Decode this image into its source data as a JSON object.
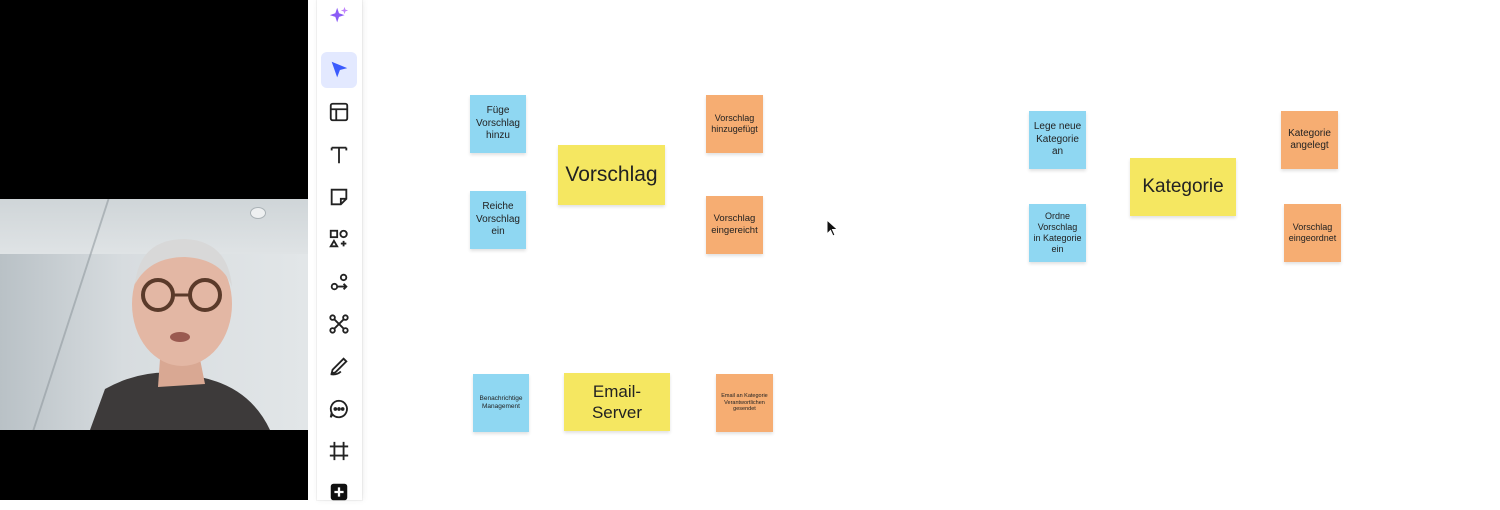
{
  "toolbar": {
    "tools": [
      {
        "name": "ai-assist-icon"
      },
      {
        "name": "select-icon",
        "active": true
      },
      {
        "name": "templates-icon"
      },
      {
        "name": "text-icon"
      },
      {
        "name": "sticky-note-icon"
      },
      {
        "name": "shapes-icon"
      },
      {
        "name": "connector-icon"
      },
      {
        "name": "mindmap-icon"
      },
      {
        "name": "pen-icon"
      },
      {
        "name": "comment-icon"
      },
      {
        "name": "frame-icon"
      },
      {
        "name": "more-icon"
      }
    ],
    "accent": "#3b5bfd"
  },
  "board": {
    "notes": {
      "fuege_vorschlag": "Füge Vorschlag hinzu",
      "reiche_vorschlag": "Reiche Vorschlag ein",
      "vorschlag": "Vorschlag",
      "vorschlag_hinzugefuegt": "Vorschlag hinzugefügt",
      "vorschlag_eingereicht": "Vorschlag eingereicht",
      "lege_kategorie": "Lege neue Kategorie an",
      "ordne_vorschlag": "Ordne Vorschlag in Kategorie ein",
      "kategorie": "Kategorie",
      "kategorie_angelegt": "Kategorie angelegt",
      "vorschlag_eingeordnet": "Vorschlag eingeordnet",
      "benachrichtige": "Benachrichtige Management",
      "email_server": "Email-Server",
      "email_gesendet": "Email an Kategorie Verantwortlichen gesendet"
    },
    "colors": {
      "command": "#8fd7f2",
      "event": "#f6ad72",
      "aggregate": "#f5e761"
    }
  }
}
